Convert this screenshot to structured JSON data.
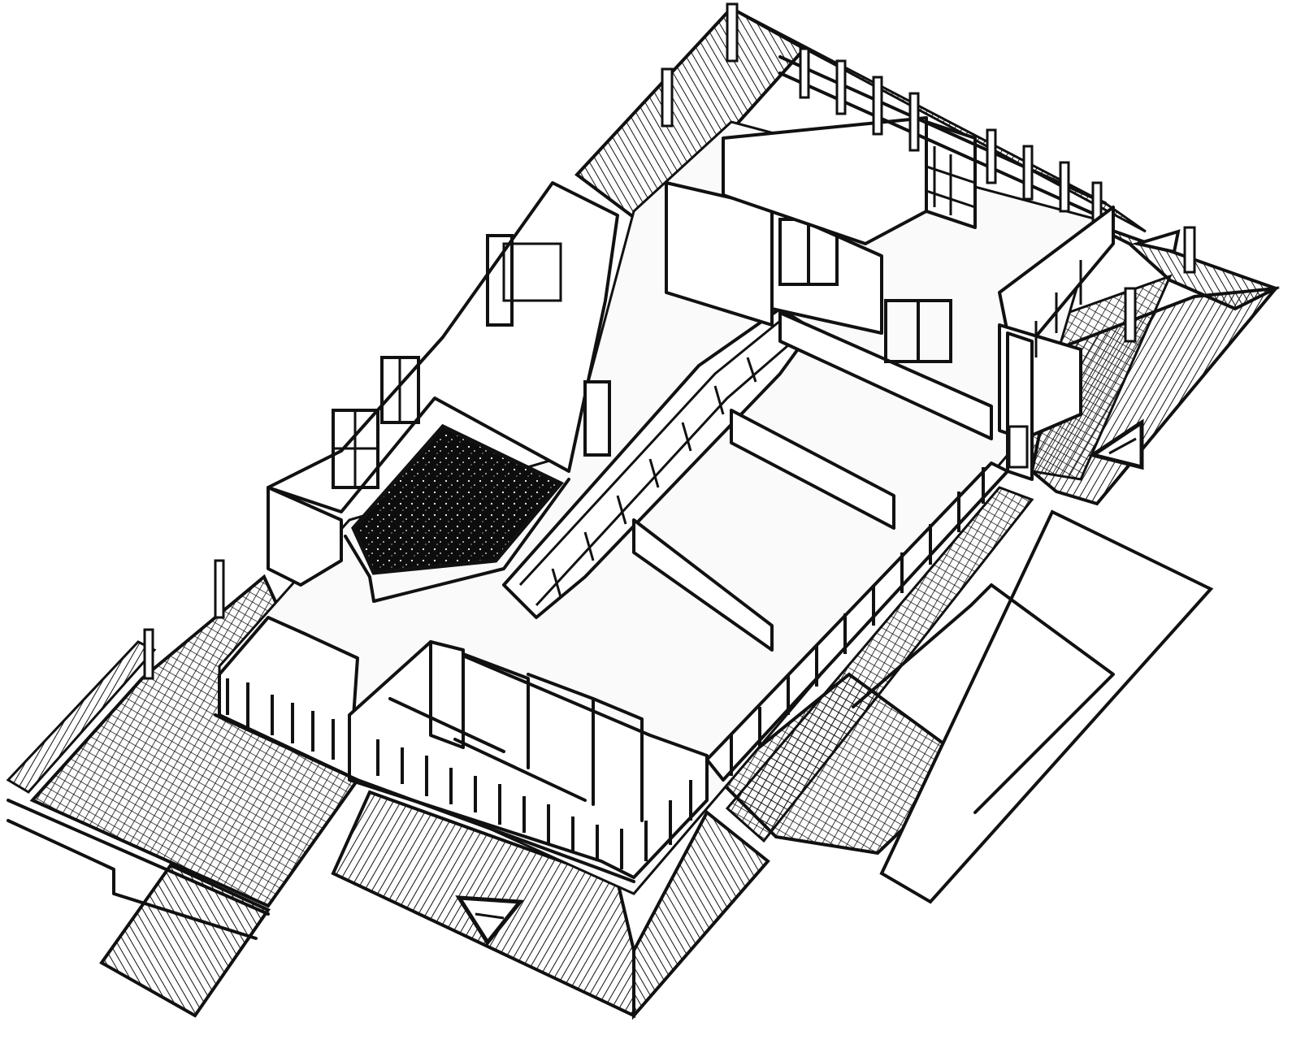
{
  "image_kind": "isometric architectural drawing of a single-storey building (line art, no printed text)",
  "palette": {
    "ink": "#111111",
    "paper": "#ffffff",
    "pool_fill": "#0d0d0d"
  },
  "components": [
    "terrace-west-grid",
    "terrace-south-grid",
    "roof-overhang-ne",
    "roof-overhang-e",
    "roof-overhang-s",
    "roof-overhang-sw",
    "courtyard-pool",
    "room-row-south",
    "room-row-center",
    "room-row-north",
    "roof-plan-east-outline"
  ],
  "symbols": [
    "triangle-marker-south",
    "triangle-marker-east",
    "triangle-marker-ne"
  ]
}
